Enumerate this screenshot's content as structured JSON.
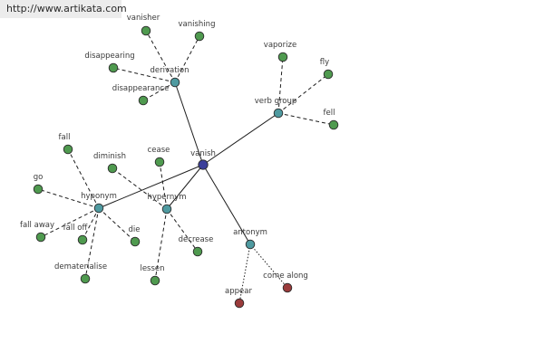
{
  "watermark": "http://www.artikata.com",
  "colors": {
    "center": "#3b3f9a",
    "relation": "#4f9aa0",
    "word": "#4f9a4f",
    "antonym_word": "#9a3b3b"
  },
  "graph": {
    "center": {
      "id": "vanish",
      "label": "vanish"
    },
    "relations": [
      {
        "id": "derivation",
        "label": "derivation",
        "words": [
          "vanisher",
          "vanishing",
          "disappearing",
          "disappearance"
        ]
      },
      {
        "id": "verb-group",
        "label": "verb group",
        "words": [
          "vaporize",
          "fly",
          "fell"
        ]
      },
      {
        "id": "hyponym",
        "label": "hyponym",
        "words": [
          "fall",
          "go",
          "fall away",
          "fall off",
          "die",
          "dematerialise"
        ]
      },
      {
        "id": "hypernym",
        "label": "hypernym",
        "words": [
          "diminish",
          "cease",
          "decrease",
          "lessen"
        ]
      },
      {
        "id": "antonym",
        "label": "antonym",
        "words": [
          "appear",
          "come along"
        ]
      }
    ]
  }
}
